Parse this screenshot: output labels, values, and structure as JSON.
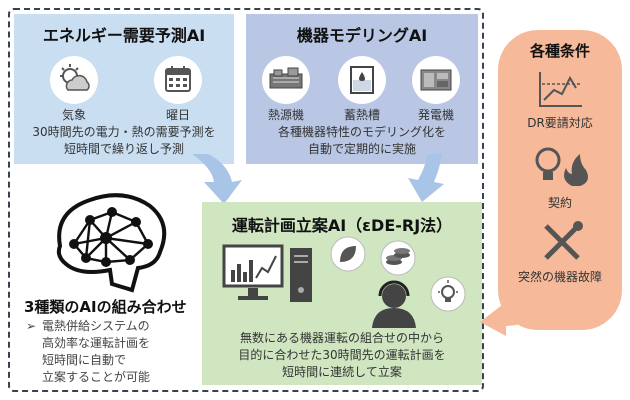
{
  "energy_panel": {
    "title": "エネルギー需要予測AI",
    "icon1_label": "気象",
    "icon2_label": "曜日",
    "desc_line1": "30時間先の電力・熱の需要予測を",
    "desc_line2": "短時間で繰り返し予測"
  },
  "model_panel": {
    "title": "機器モデリングAI",
    "icon1_label": "熱源機",
    "icon2_label": "蓄熱槽",
    "icon3_label": "発電機",
    "desc_line1": "各種機器特性のモデリング化を",
    "desc_line2": "自動で定期的に実施"
  },
  "plan_panel": {
    "title": "運転計画立案AI（εDE-RJ法）",
    "desc_line1": "無数にある機器運転の組合せの中から",
    "desc_line2": "目的に合わせた30時間先の運転計画を",
    "desc_line3": "短時間に連続して立案"
  },
  "brain_section": {
    "heading": "3種類のAIの組み合わせ",
    "bullet_mark": "➢",
    "line1": "電熱併給システムの",
    "line2": "高効率な運転計画を",
    "line3": "短時間に自動で",
    "line4": "立案することが可能"
  },
  "conditions": {
    "title": "各種条件",
    "item1": "DR要請対応",
    "item2": "契約",
    "item3": "突然の機器故障"
  },
  "colors": {
    "energy_bg": "#c9def1",
    "model_bg": "#b9c6e4",
    "plan_bg": "#cfe6c0",
    "cond_bg": "#f6b99a",
    "arrow_blue": "#a8c4e6",
    "arrow_orange": "#f6b99a",
    "icon_gray": "#555555"
  }
}
